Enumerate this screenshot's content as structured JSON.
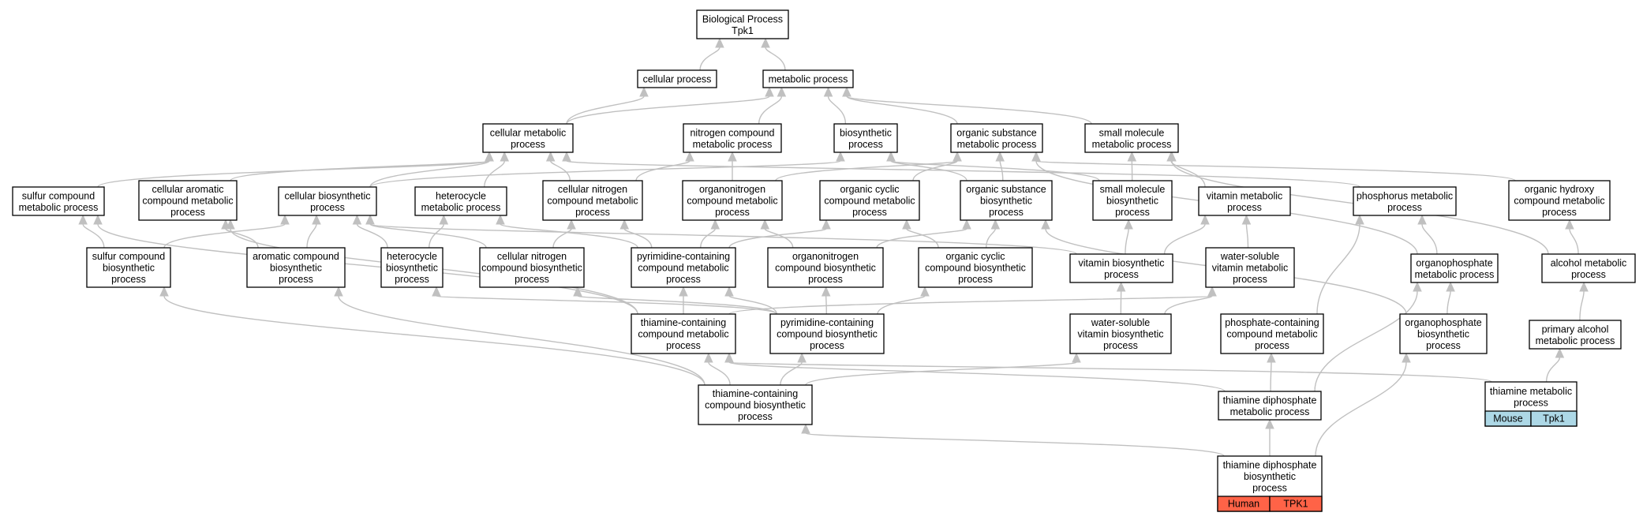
{
  "colors": {
    "mouse_tag": "#add8e6",
    "human_tag": "#ff6347",
    "edge": "#c0c0c0"
  },
  "nodes": [
    {
      "id": "root",
      "lines": [
        "Biological Process",
        "Tpk1"
      ]
    },
    {
      "id": "cellular_process",
      "lines": [
        "cellular process"
      ]
    },
    {
      "id": "metabolic_process",
      "lines": [
        "metabolic process"
      ]
    },
    {
      "id": "cellular_metabolic",
      "lines": [
        "cellular metabolic",
        "process"
      ]
    },
    {
      "id": "nitrogen_compound_metabolic",
      "lines": [
        "nitrogen compound",
        "metabolic process"
      ]
    },
    {
      "id": "biosynthetic",
      "lines": [
        "biosynthetic",
        "process"
      ]
    },
    {
      "id": "organic_substance_metabolic",
      "lines": [
        "organic substance",
        "metabolic process"
      ]
    },
    {
      "id": "small_molecule_metabolic",
      "lines": [
        "small molecule",
        "metabolic process"
      ]
    },
    {
      "id": "sulfur_compound_metabolic",
      "lines": [
        "sulfur compound",
        "metabolic process"
      ]
    },
    {
      "id": "cellular_aromatic",
      "lines": [
        "cellular aromatic",
        "compound metabolic",
        "process"
      ]
    },
    {
      "id": "cellular_biosynthetic",
      "lines": [
        "cellular biosynthetic",
        "process"
      ]
    },
    {
      "id": "heterocycle_metabolic",
      "lines": [
        "heterocycle",
        "metabolic process"
      ]
    },
    {
      "id": "cellular_nitrogen_compound_metabolic",
      "lines": [
        "cellular nitrogen",
        "compound metabolic",
        "process"
      ]
    },
    {
      "id": "organonitrogen_metabolic",
      "lines": [
        "organonitrogen",
        "compound metabolic",
        "process"
      ]
    },
    {
      "id": "organic_cyclic_metabolic",
      "lines": [
        "organic cyclic",
        "compound metabolic",
        "process"
      ]
    },
    {
      "id": "organic_substance_biosynthetic",
      "lines": [
        "organic substance",
        "biosynthetic",
        "process"
      ]
    },
    {
      "id": "small_molecule_biosynthetic",
      "lines": [
        "small molecule",
        "biosynthetic",
        "process"
      ]
    },
    {
      "id": "vitamin_metabolic",
      "lines": [
        "vitamin metabolic",
        "process"
      ]
    },
    {
      "id": "phosphorus_metabolic",
      "lines": [
        "phosphorus metabolic",
        "process"
      ]
    },
    {
      "id": "organic_hydroxy",
      "lines": [
        "organic hydroxy",
        "compound metabolic",
        "process"
      ]
    },
    {
      "id": "sulfur_compound_biosynthetic",
      "lines": [
        "sulfur compound",
        "biosynthetic",
        "process"
      ]
    },
    {
      "id": "aromatic_compound_biosynthetic",
      "lines": [
        "aromatic compound",
        "biosynthetic",
        "process"
      ]
    },
    {
      "id": "heterocycle_biosynthetic",
      "lines": [
        "heterocycle",
        "biosynthetic",
        "process"
      ]
    },
    {
      "id": "cellular_nitrogen_compound_biosynthetic",
      "lines": [
        "cellular nitrogen",
        "compound biosynthetic",
        "process"
      ]
    },
    {
      "id": "pyrimidine_metabolic",
      "lines": [
        "pyrimidine-containing",
        "compound metabolic",
        "process"
      ]
    },
    {
      "id": "organonitrogen_biosynthetic",
      "lines": [
        "organonitrogen",
        "compound biosynthetic",
        "process"
      ]
    },
    {
      "id": "organic_cyclic_biosynthetic",
      "lines": [
        "organic cyclic",
        "compound biosynthetic",
        "process"
      ]
    },
    {
      "id": "vitamin_biosynthetic",
      "lines": [
        "vitamin biosynthetic",
        "process"
      ]
    },
    {
      "id": "water_soluble_vitamin_metabolic",
      "lines": [
        "water-soluble",
        "vitamin metabolic",
        "process"
      ]
    },
    {
      "id": "organophosphate_metabolic",
      "lines": [
        "organophosphate",
        "metabolic process"
      ]
    },
    {
      "id": "alcohol_metabolic",
      "lines": [
        "alcohol metabolic",
        "process"
      ]
    },
    {
      "id": "thiamine_containing_metabolic",
      "lines": [
        "thiamine-containing",
        "compound metabolic",
        "process"
      ]
    },
    {
      "id": "pyrimidine_biosynthetic",
      "lines": [
        "pyrimidine-containing",
        "compound biosynthetic",
        "process"
      ]
    },
    {
      "id": "water_soluble_vitamin_biosynthetic",
      "lines": [
        "water-soluble",
        "vitamin biosynthetic",
        "process"
      ]
    },
    {
      "id": "phosphate_containing_metabolic",
      "lines": [
        "phosphate-containing",
        "compound metabolic",
        "process"
      ]
    },
    {
      "id": "organophosphate_biosynthetic",
      "lines": [
        "organophosphate",
        "biosynthetic",
        "process"
      ]
    },
    {
      "id": "primary_alcohol_metabolic",
      "lines": [
        "primary alcohol",
        "metabolic process"
      ]
    },
    {
      "id": "thiamine_containing_biosynthetic",
      "lines": [
        "thiamine-containing",
        "compound biosynthetic",
        "process"
      ]
    },
    {
      "id": "thiamine_diphosphate_metabolic",
      "lines": [
        "thiamine diphosphate",
        "metabolic process"
      ]
    },
    {
      "id": "thiamine_metabolic",
      "lines": [
        "thiamine metabolic",
        "process"
      ],
      "tags": [
        "Mouse",
        "Tpk1"
      ],
      "tag_color": "mouse_tag"
    },
    {
      "id": "thiamine_diphosphate_biosynthetic",
      "lines": [
        "thiamine diphosphate",
        "biosynthetic",
        "process"
      ],
      "tags": [
        "Human",
        "TPK1"
      ],
      "tag_color": "human_tag"
    }
  ],
  "edges": [
    [
      "cellular_process",
      "root"
    ],
    [
      "metabolic_process",
      "root"
    ],
    [
      "cellular_metabolic",
      "cellular_process"
    ],
    [
      "cellular_metabolic",
      "metabolic_process"
    ],
    [
      "nitrogen_compound_metabolic",
      "metabolic_process"
    ],
    [
      "biosynthetic",
      "metabolic_process"
    ],
    [
      "organic_substance_metabolic",
      "metabolic_process"
    ],
    [
      "small_molecule_metabolic",
      "metabolic_process"
    ],
    [
      "sulfur_compound_metabolic",
      "cellular_metabolic"
    ],
    [
      "cellular_aromatic",
      "cellular_metabolic"
    ],
    [
      "cellular_biosynthetic",
      "cellular_metabolic"
    ],
    [
      "heterocycle_metabolic",
      "cellular_metabolic"
    ],
    [
      "cellular_nitrogen_compound_metabolic",
      "cellular_metabolic"
    ],
    [
      "phosphorus_metabolic",
      "cellular_metabolic"
    ],
    [
      "cellular_biosynthetic",
      "biosynthetic"
    ],
    [
      "cellular_nitrogen_compound_metabolic",
      "nitrogen_compound_metabolic"
    ],
    [
      "organonitrogen_metabolic",
      "nitrogen_compound_metabolic"
    ],
    [
      "organonitrogen_metabolic",
      "organic_substance_metabolic"
    ],
    [
      "organic_cyclic_metabolic",
      "organic_substance_metabolic"
    ],
    [
      "organic_substance_biosynthetic",
      "organic_substance_metabolic"
    ],
    [
      "organic_substance_biosynthetic",
      "biosynthetic"
    ],
    [
      "small_molecule_biosynthetic",
      "biosynthetic"
    ],
    [
      "small_molecule_biosynthetic",
      "small_molecule_metabolic"
    ],
    [
      "vitamin_metabolic",
      "small_molecule_metabolic"
    ],
    [
      "organic_hydroxy",
      "organic_substance_metabolic"
    ],
    [
      "organophosphate_metabolic",
      "organic_substance_metabolic"
    ],
    [
      "alcohol_metabolic",
      "small_molecule_metabolic"
    ],
    [
      "sulfur_compound_biosynthetic",
      "sulfur_compound_metabolic"
    ],
    [
      "sulfur_compound_biosynthetic",
      "cellular_biosynthetic"
    ],
    [
      "aromatic_compound_biosynthetic",
      "cellular_aromatic"
    ],
    [
      "aromatic_compound_biosynthetic",
      "cellular_biosynthetic"
    ],
    [
      "heterocycle_biosynthetic",
      "heterocycle_metabolic"
    ],
    [
      "heterocycle_biosynthetic",
      "cellular_biosynthetic"
    ],
    [
      "cellular_nitrogen_compound_biosynthetic",
      "cellular_nitrogen_compound_metabolic"
    ],
    [
      "cellular_nitrogen_compound_biosynthetic",
      "cellular_biosynthetic"
    ],
    [
      "pyrimidine_metabolic",
      "cellular_nitrogen_compound_metabolic"
    ],
    [
      "pyrimidine_metabolic",
      "organonitrogen_metabolic"
    ],
    [
      "pyrimidine_metabolic",
      "organic_cyclic_metabolic"
    ],
    [
      "pyrimidine_metabolic",
      "heterocycle_metabolic"
    ],
    [
      "organonitrogen_biosynthetic",
      "organonitrogen_metabolic"
    ],
    [
      "organonitrogen_biosynthetic",
      "organic_substance_biosynthetic"
    ],
    [
      "organic_cyclic_biosynthetic",
      "organic_cyclic_metabolic"
    ],
    [
      "organic_cyclic_biosynthetic",
      "organic_substance_biosynthetic"
    ],
    [
      "vitamin_biosynthetic",
      "small_molecule_biosynthetic"
    ],
    [
      "vitamin_biosynthetic",
      "vitamin_metabolic"
    ],
    [
      "vitamin_biosynthetic",
      "cellular_biosynthetic"
    ],
    [
      "water_soluble_vitamin_metabolic",
      "vitamin_metabolic"
    ],
    [
      "organophosphate_metabolic",
      "phosphorus_metabolic"
    ],
    [
      "alcohol_metabolic",
      "organic_hydroxy"
    ],
    [
      "thiamine_containing_metabolic",
      "pyrimidine_metabolic"
    ],
    [
      "thiamine_containing_metabolic",
      "sulfur_compound_metabolic"
    ],
    [
      "thiamine_containing_metabolic",
      "cellular_aromatic"
    ],
    [
      "thiamine_containing_metabolic",
      "water_soluble_vitamin_metabolic"
    ],
    [
      "pyrimidine_biosynthetic",
      "pyrimidine_metabolic"
    ],
    [
      "pyrimidine_biosynthetic",
      "organonitrogen_biosynthetic"
    ],
    [
      "pyrimidine_biosynthetic",
      "organic_cyclic_biosynthetic"
    ],
    [
      "pyrimidine_biosynthetic",
      "heterocycle_biosynthetic"
    ],
    [
      "pyrimidine_biosynthetic",
      "cellular_nitrogen_compound_biosynthetic"
    ],
    [
      "water_soluble_vitamin_biosynthetic",
      "vitamin_biosynthetic"
    ],
    [
      "water_soluble_vitamin_biosynthetic",
      "water_soluble_vitamin_metabolic"
    ],
    [
      "phosphate_containing_metabolic",
      "phosphorus_metabolic"
    ],
    [
      "organophosphate_biosynthetic",
      "organophosphate_metabolic"
    ],
    [
      "organophosphate_biosynthetic",
      "organic_substance_biosynthetic"
    ],
    [
      "primary_alcohol_metabolic",
      "alcohol_metabolic"
    ],
    [
      "thiamine_containing_biosynthetic",
      "thiamine_containing_metabolic"
    ],
    [
      "thiamine_containing_biosynthetic",
      "pyrimidine_biosynthetic"
    ],
    [
      "thiamine_containing_biosynthetic",
      "sulfur_compound_biosynthetic"
    ],
    [
      "thiamine_containing_biosynthetic",
      "aromatic_compound_biosynthetic"
    ],
    [
      "thiamine_containing_biosynthetic",
      "water_soluble_vitamin_biosynthetic"
    ],
    [
      "thiamine_diphosphate_metabolic",
      "phosphate_containing_metabolic"
    ],
    [
      "thiamine_diphosphate_metabolic",
      "organophosphate_metabolic"
    ],
    [
      "thiamine_diphosphate_metabolic",
      "thiamine_containing_metabolic"
    ],
    [
      "thiamine_metabolic",
      "thiamine_containing_metabolic"
    ],
    [
      "thiamine_metabolic",
      "primary_alcohol_metabolic"
    ],
    [
      "thiamine_diphosphate_biosynthetic",
      "thiamine_diphosphate_metabolic"
    ],
    [
      "thiamine_diphosphate_biosynthetic",
      "thiamine_containing_biosynthetic"
    ],
    [
      "thiamine_diphosphate_biosynthetic",
      "organophosphate_biosynthetic"
    ]
  ]
}
